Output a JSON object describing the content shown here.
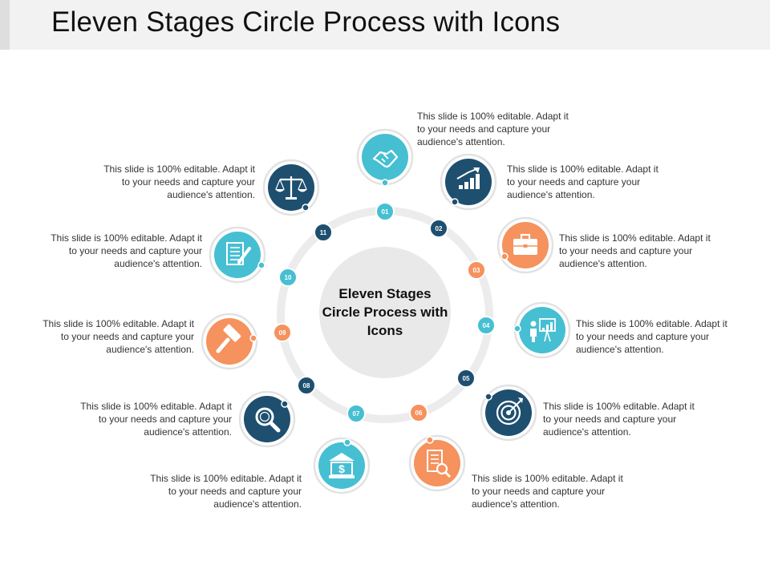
{
  "title": "Eleven Stages Circle Process with Icons",
  "center_label": "Eleven Stages Circle Process with Icons",
  "colors": {
    "teal": "#46bfd3",
    "navy": "#1e4f6f",
    "orange": "#f5925e",
    "ring": "#ececec"
  },
  "stages": [
    {
      "num": "01",
      "icon": "handshake-icon",
      "color": "teal",
      "text": "This slide is 100% editable. Adapt it to your needs and capture your audience's attention."
    },
    {
      "num": "02",
      "icon": "growth-chart-icon",
      "color": "navy",
      "text": "This slide is 100% editable. Adapt it to your needs and capture your audience's attention."
    },
    {
      "num": "03",
      "icon": "briefcase-icon",
      "color": "orange",
      "text": "This slide is 100% editable. Adapt it to your needs and capture your audience's attention."
    },
    {
      "num": "04",
      "icon": "presentation-icon",
      "color": "teal",
      "text": "This slide is 100% editable. Adapt it to your needs and capture your audience's attention."
    },
    {
      "num": "05",
      "icon": "target-icon",
      "color": "navy",
      "text": "This slide is 100% editable. Adapt it to your needs and capture your audience's attention."
    },
    {
      "num": "06",
      "icon": "document-search-icon",
      "color": "orange",
      "text": "This slide is 100% editable. Adapt it to your needs and capture your audience's attention."
    },
    {
      "num": "07",
      "icon": "bank-icon",
      "color": "teal",
      "text": "This slide is 100% editable. Adapt it to your needs and capture your audience's attention."
    },
    {
      "num": "08",
      "icon": "magnifier-icon",
      "color": "navy",
      "text": "This slide is 100% editable. Adapt it to your needs and capture your audience's attention."
    },
    {
      "num": "09",
      "icon": "gavel-icon",
      "color": "orange",
      "text": "This slide is 100% editable. Adapt it to your needs and capture your audience's attention."
    },
    {
      "num": "10",
      "icon": "contract-sign-icon",
      "color": "teal",
      "text": "This slide is 100% editable. Adapt it to your needs and capture your audience's attention."
    },
    {
      "num": "11",
      "icon": "scales-icon",
      "color": "navy",
      "text": "This slide is 100% editable. Adapt it to your needs and capture your audience's attention."
    }
  ]
}
